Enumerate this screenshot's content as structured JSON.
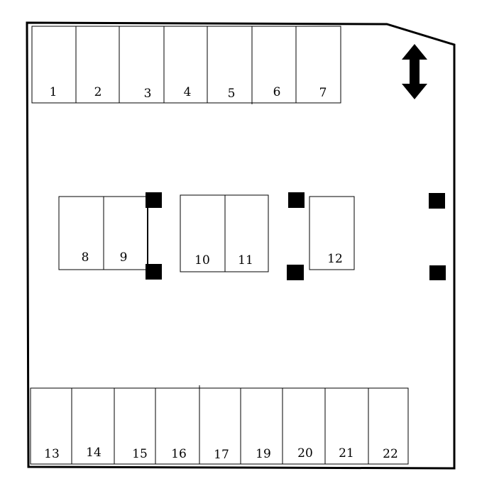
{
  "colors": {
    "ink": "#000000",
    "background": "#ffffff"
  },
  "arrow_icon": "double-headed-vertical-arrow",
  "pillar_icon": "filled-square",
  "top_row": {
    "stalls": [
      "1",
      "2",
      "3",
      "4",
      "5",
      "6",
      "7"
    ]
  },
  "middle_section": {
    "group_a": [
      "8",
      "9"
    ],
    "group_b": [
      "10",
      "11"
    ],
    "group_c": [
      "12"
    ],
    "pillar_count": 6
  },
  "bottom_row": {
    "stalls": [
      "13",
      "14",
      "15",
      "16",
      "17",
      "19",
      "20",
      "21",
      "22"
    ]
  }
}
